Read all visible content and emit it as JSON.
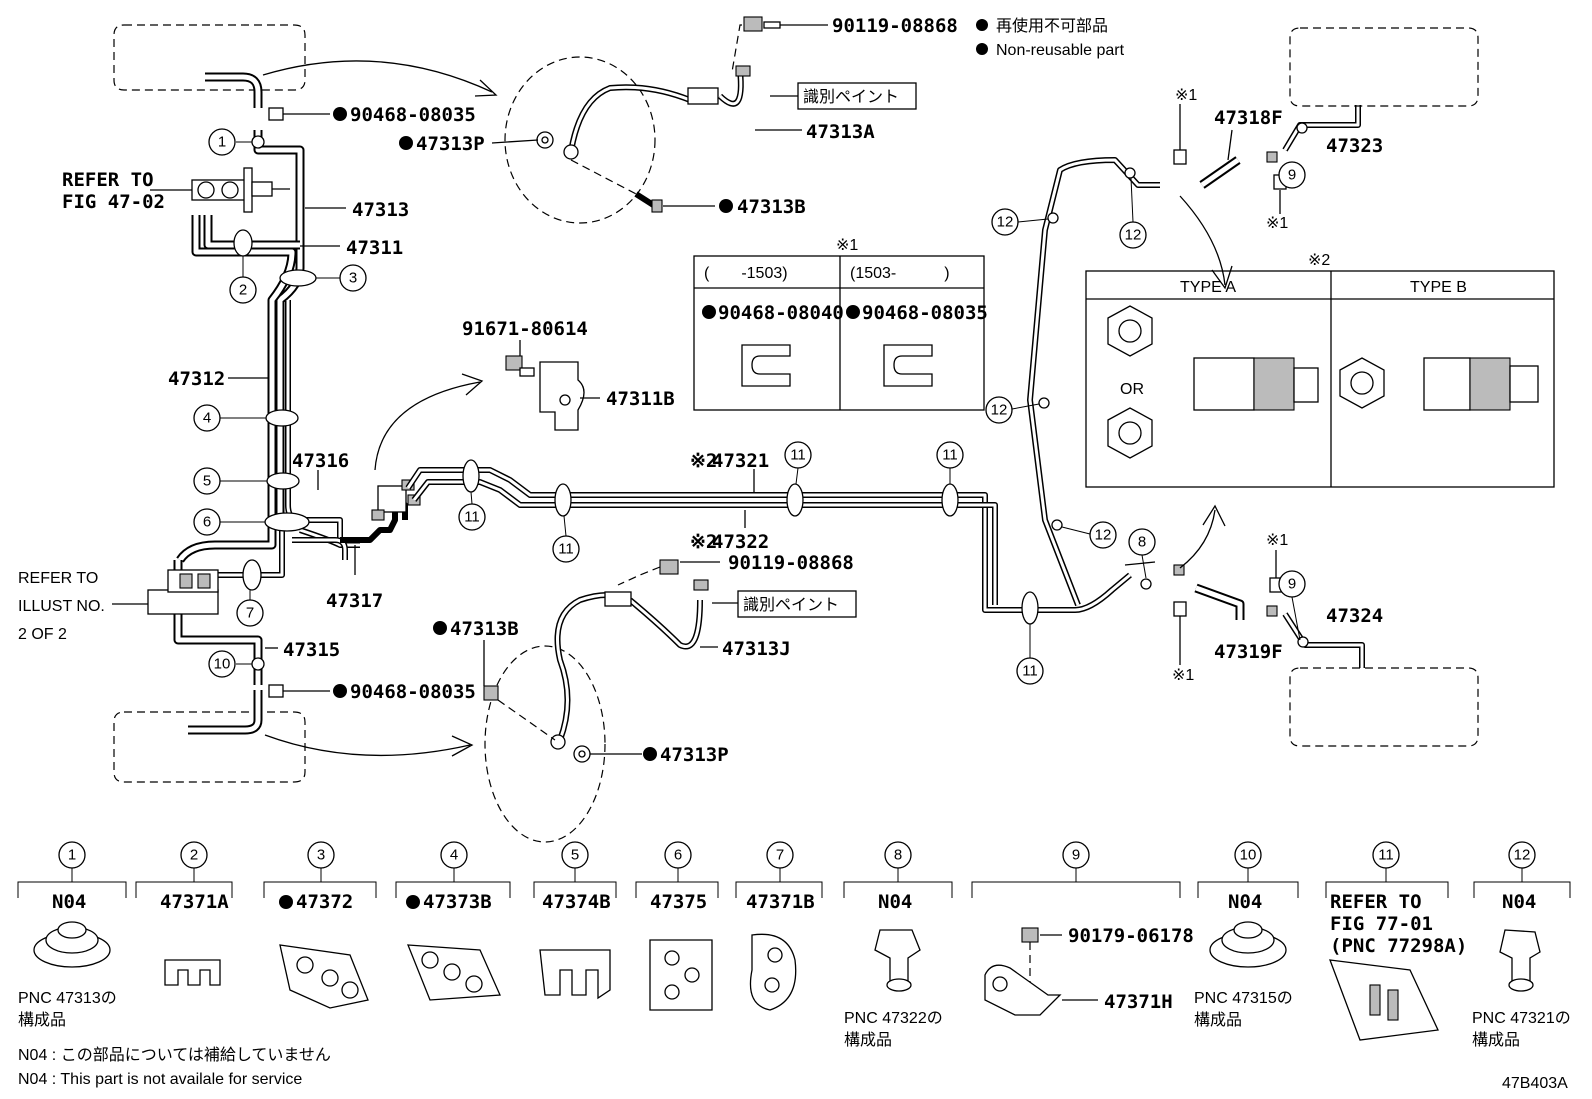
{
  "legend": {
    "non_reusable_jp": "再使用不可部品",
    "non_reusable_en": "Non-reusable part"
  },
  "refs": {
    "fig_47_02_line1": "REFER TO",
    "fig_47_02_line2": "FIG 47-02",
    "illust_line1": "REFER TO",
    "illust_line2": "ILLUST NO.",
    "illust_line3": "2 OF 2"
  },
  "parts": {
    "p90119_top": "90119-08868",
    "p90468_top": "90468-08035",
    "p47313P_top": "47313P",
    "p47313A": "47313A",
    "p47313B_top": "47313B",
    "shikibetsu_top": "識別ペイント",
    "p47313": "47313",
    "p47311": "47311",
    "p47312": "47312",
    "p91671": "91671-80614",
    "p47311B": "47311B",
    "p47316": "47316",
    "p47317": "47317",
    "p47315": "47315",
    "p90468_bottom": "90468-08035",
    "p47313B_bottom": "47313B",
    "p90119_bottom": "90119-08868",
    "shikibetsu_bottom": "識別ペイント",
    "p47313J": "47313J",
    "p47313P_bottom": "47313P",
    "p47321": "47321",
    "p47322": "47322",
    "p47318F": "47318F",
    "p47323": "47323",
    "p47319F": "47319F",
    "p47324": "47324",
    "mark1": "※1",
    "mark2": "※2"
  },
  "callouts": [
    "1",
    "2",
    "3",
    "4",
    "5",
    "6",
    "7",
    "8",
    "9",
    "10",
    "11",
    "12"
  ],
  "table1": {
    "title": "※1",
    "col1_header": "(　　-1503)",
    "col2_header": "(1503-　　　)",
    "col1_part": "90468-08040",
    "col2_part": "90468-08035"
  },
  "table2": {
    "title": "※2",
    "type_a": "TYPE A",
    "type_b": "TYPE B",
    "or": "OR"
  },
  "bottom_parts": [
    {
      "num": "1",
      "code": "N04",
      "note1": "PNC 47313の",
      "note2": "構成品",
      "nonreusable": false
    },
    {
      "num": "2",
      "code": "47371A",
      "note1": "",
      "note2": "",
      "nonreusable": false
    },
    {
      "num": "3",
      "code": "47372",
      "note1": "",
      "note2": "",
      "nonreusable": true
    },
    {
      "num": "4",
      "code": "47373B",
      "note1": "",
      "note2": "",
      "nonreusable": true
    },
    {
      "num": "5",
      "code": "47374B",
      "note1": "",
      "note2": "",
      "nonreusable": false
    },
    {
      "num": "6",
      "code": "47375",
      "note1": "",
      "note2": "",
      "nonreusable": false
    },
    {
      "num": "7",
      "code": "47371B",
      "note1": "",
      "note2": "",
      "nonreusable": false
    },
    {
      "num": "8",
      "code": "N04",
      "note1": "PNC 47322の",
      "note2": "構成品",
      "nonreusable": false
    },
    {
      "num": "9",
      "code": "",
      "note1": "",
      "note2": "",
      "nonreusable": false
    },
    {
      "num": "10",
      "code": "N04",
      "note1": "PNC 47315の",
      "note2": "構成品",
      "nonreusable": false
    },
    {
      "num": "11",
      "code": "REFER TO",
      "note1": "FIG 77-01",
      "note2": "(PNC 77298A)",
      "nonreusable": false
    },
    {
      "num": "12",
      "code": "N04",
      "note1": "PNC 47321の",
      "note2": "構成品",
      "nonreusable": false
    }
  ],
  "item9": {
    "bolt": "90179-06178",
    "clamp": "47371H"
  },
  "footnotes": {
    "jp": "N04 : この部品については補給していません",
    "en": "N04 : This part is not availale for service"
  },
  "figure_id": "47B403A"
}
